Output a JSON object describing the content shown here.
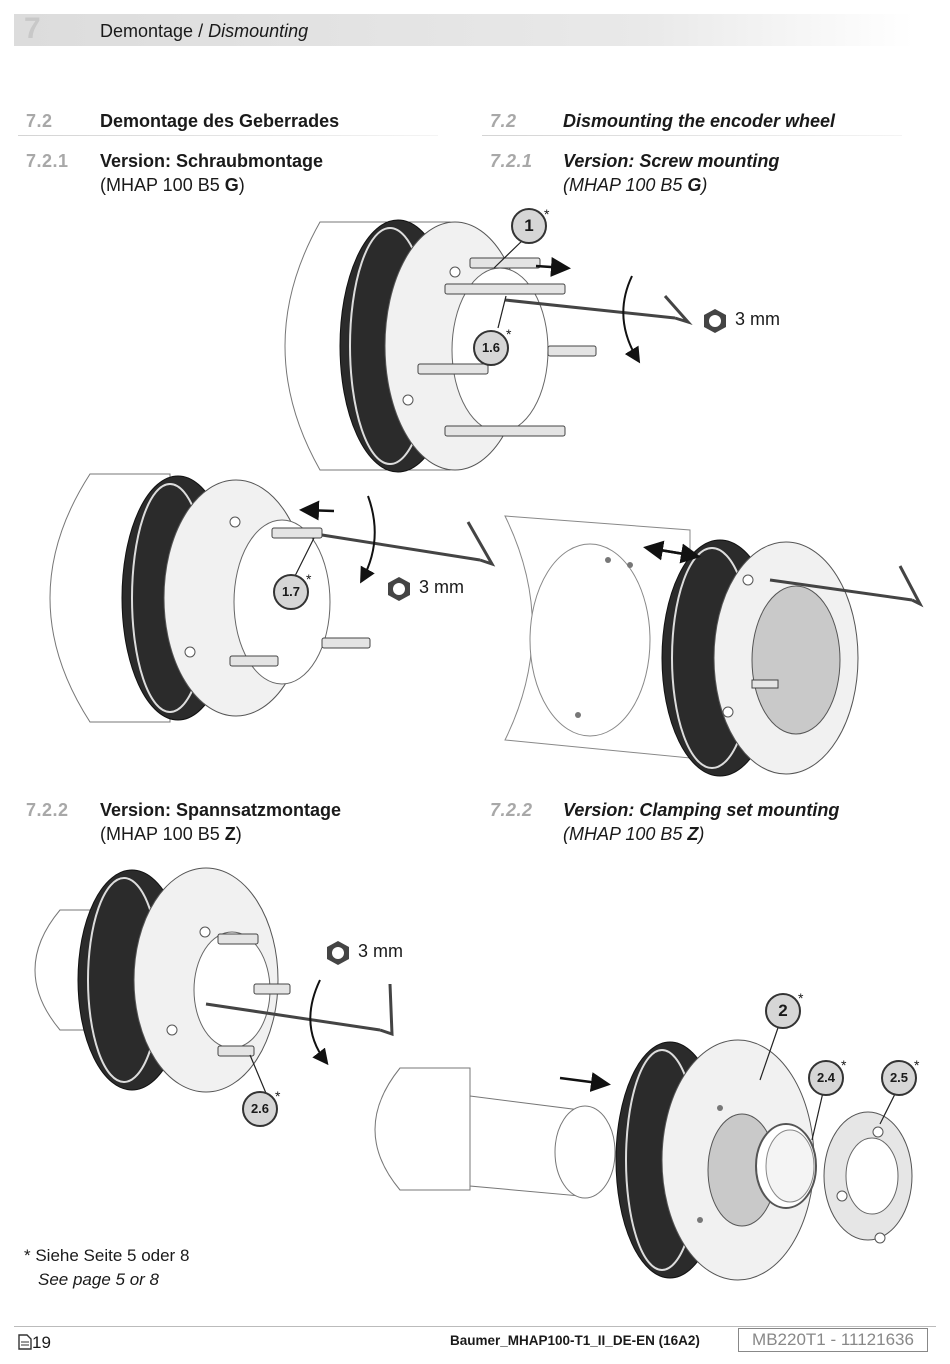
{
  "header": {
    "chapter_number": "7",
    "title_de": "Demontage",
    "title_sep": " / ",
    "title_en": "Dismounting"
  },
  "section": {
    "number": "7.2",
    "title_de": "Demontage des Geberrades",
    "title_en": "Dismounting the encoder wheel"
  },
  "sub1": {
    "number": "7.2.1",
    "title_de": "Version: Schraubmontage",
    "title_en": "Version: Screw mounting",
    "model_prefix": "(MHAP 100 B5 ",
    "model_letter": "G",
    "model_suffix": ")"
  },
  "sub2": {
    "number": "7.2.2",
    "title_de": "Version: Spannsatzmontage",
    "title_en": "Version: Clamping set mounting",
    "model_prefix": "(MHAP 100 B5 ",
    "model_letter": "Z",
    "model_suffix": ")"
  },
  "callouts": {
    "c1": "1",
    "c16": "1.6",
    "c17": "1.7",
    "c2": "2",
    "c24": "2.4",
    "c25": "2.5",
    "c26": "2.6",
    "star": "*"
  },
  "tool_size": "3 mm",
  "footnote": {
    "de": "* Siehe Seite 5 oder 8",
    "en": "See page 5 or 8"
  },
  "footer": {
    "page": "19",
    "filename": "Baumer_MHAP100-T1_II_DE-EN  (16A2)",
    "doc_code": "MB220T1 - 11121636"
  },
  "colors": {
    "chapter_number": "#c8c8c8",
    "section_number": "#a8a8a8",
    "ring_dark": "#2a2a2a",
    "callout_fill": "#d6d6d6"
  },
  "icons": [
    "hex-key-icon",
    "arrow-icon",
    "rotation-icon",
    "page-icon"
  ]
}
